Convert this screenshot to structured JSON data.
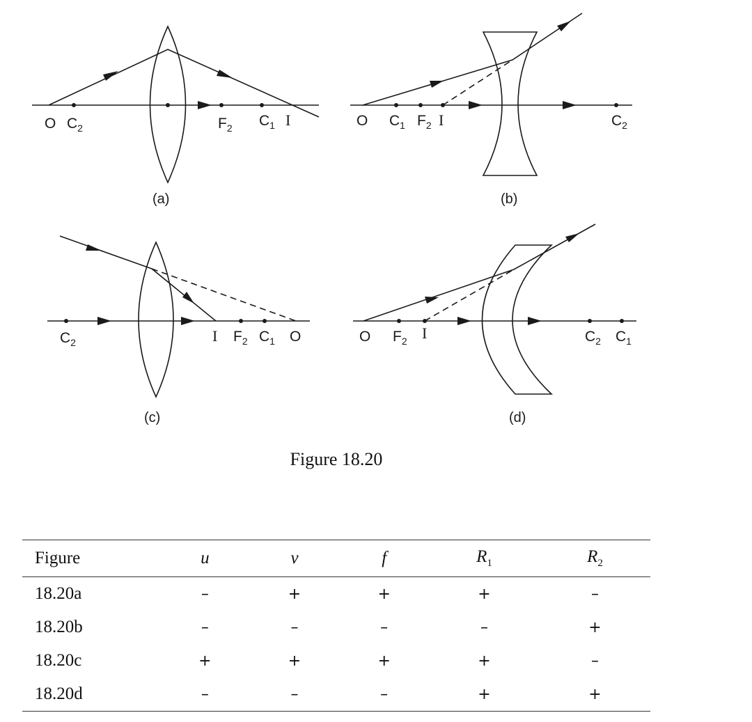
{
  "diagram": {
    "panels": [
      {
        "id": "a",
        "caption": "(a)",
        "labels": [
          "O",
          "C2",
          "F2",
          "C1",
          "I"
        ]
      },
      {
        "id": "b",
        "caption": "(b)",
        "labels": [
          "O",
          "C1",
          "F2",
          "I",
          "C2"
        ]
      },
      {
        "id": "c",
        "caption": "(c)",
        "labels": [
          "C2",
          "I",
          "F2",
          "C1",
          "O"
        ]
      },
      {
        "id": "d",
        "caption": "(d)",
        "labels": [
          "O",
          "F2",
          "I",
          "C2",
          "C1"
        ]
      }
    ]
  },
  "figure_caption": "Figure 18.20",
  "table": {
    "headers": [
      "Figure",
      "u",
      "v",
      "f",
      "R1",
      "R2"
    ],
    "rows": [
      [
        "18.20a",
        "–",
        "+",
        "+",
        "+",
        "–"
      ],
      [
        "18.20b",
        "–",
        "–",
        "–",
        "–",
        "+"
      ],
      [
        "18.20c",
        "+",
        "+",
        "+",
        "+",
        "–"
      ],
      [
        "18.20d",
        "–",
        "–",
        "–",
        "+",
        "+"
      ]
    ]
  }
}
